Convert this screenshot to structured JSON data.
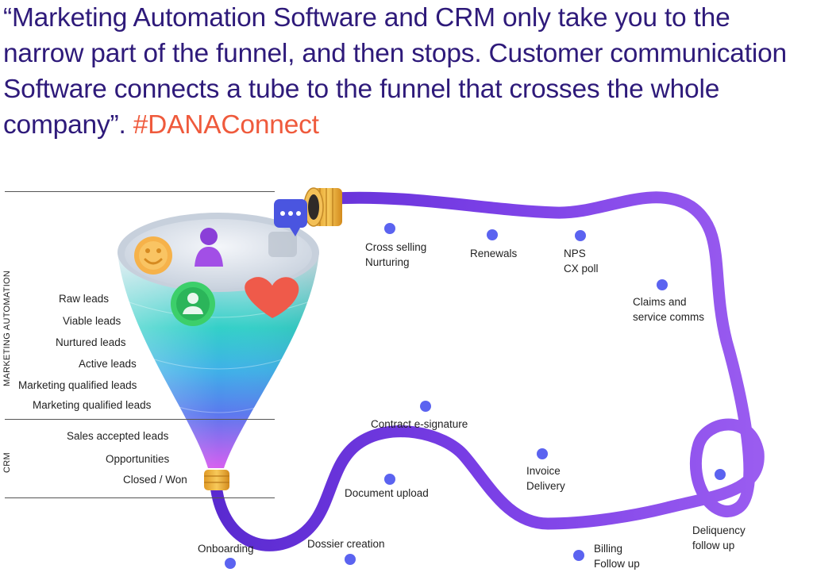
{
  "quote": {
    "text": "“Marketing Automation Software and CRM only take you to the narrow part of the funnel, and then stops. Customer communication Software connects a tube to the funnel that crosses the whole company”. ",
    "hashtag": "#DANAConnect"
  },
  "sections": {
    "marketing": "MARKETING AUTOMATION",
    "crm": "CRM"
  },
  "stages": [
    "Raw leads",
    "Viable leads",
    "Nurtured leads",
    "Active leads",
    "Marketing qualified leads",
    "Marketing qualified leads",
    "Sales accepted leads",
    "Opportunities",
    "Closed / Won"
  ],
  "touchpoints": {
    "cross_selling": [
      "Cross selling",
      "Nurturing"
    ],
    "renewals": [
      "Renewals"
    ],
    "nps": [
      "NPS",
      "CX poll"
    ],
    "claims": [
      "Claims and",
      "service comms"
    ],
    "contract": [
      "Contract e-signature"
    ],
    "invoice": [
      "Invoice",
      "Delivery"
    ],
    "document": [
      "Document upload"
    ],
    "delinquency": [
      "Deliquency",
      "follow up"
    ],
    "onboarding": [
      "Onboarding"
    ],
    "dossier": [
      "Dossier creation"
    ],
    "billing": [
      "Billing",
      "Follow up"
    ]
  },
  "colors": {
    "quote": "#2e1a7a",
    "hashtag": "#ef5a3c",
    "tube": "#7b3fe0",
    "dot": "#5b63f0",
    "coin": "#f2b33a"
  },
  "icons": [
    "smiley-icon",
    "user-icon",
    "chat-icon",
    "avatar-icon",
    "heart-icon"
  ]
}
